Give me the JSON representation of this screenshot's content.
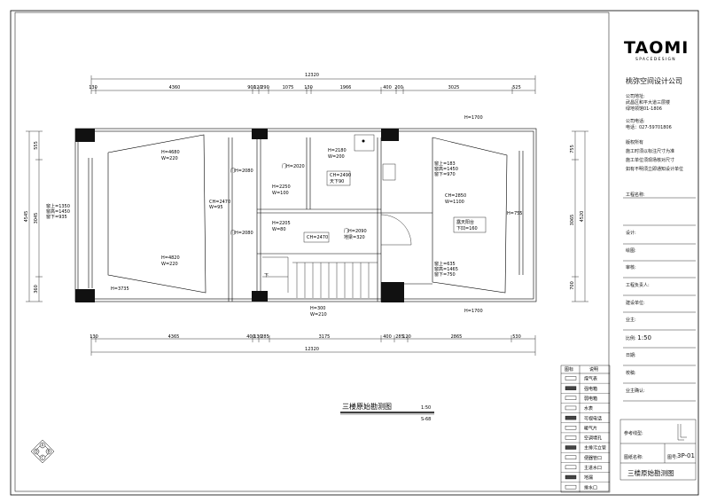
{
  "logo": {
    "brand": "TAOMI",
    "sub": "SPACEDESIGN"
  },
  "company": {
    "name": "桃弥空间设计公司",
    "address_label": "公司地址:",
    "address_lines": [
      "武昌区和平大道三层楼",
      "绿地领馆01-1806"
    ],
    "phone_label": "公司电话:",
    "phone": "电话：027-59701806"
  },
  "copyright": {
    "title": "版权所有",
    "lines": [
      "施工时须以标注尺寸为准",
      "施工单位须现场核对尺寸",
      "如有不明须立即通知设计单位"
    ]
  },
  "fields": [
    "工程名称:",
    "设计:",
    "绘图:",
    "审核:",
    "工程负责人:",
    "建设单位:",
    "业主:",
    "比例:",
    "日期:",
    "校稿:",
    "业主确认:"
  ],
  "scale_value": "1:50",
  "ref_label": "参考线型:",
  "drawing_name_label": "图纸名称:",
  "drawing_no_label": "图号:",
  "drawing_no": "3P-01",
  "drawing_title": "三楼原始勘测图",
  "plan_title": {
    "name": "三楼原始勘测图",
    "scale": "1:50",
    "sheet": "S-68"
  },
  "legend": {
    "header": [
      "图标",
      "说明"
    ],
    "items": [
      "煤气表",
      "强电箱",
      "弱电箱",
      "水表",
      "可视电话",
      "暖气片",
      "空调墙孔",
      "主排污立管",
      "便器管口",
      "主进水口",
      "地漏",
      "排水口"
    ]
  },
  "dims_top": {
    "total": "12320",
    "segments": [
      "130",
      "4360",
      "900",
      "120",
      "290",
      "1075",
      "130",
      "1966",
      "400",
      "200",
      "3025",
      "525"
    ]
  },
  "dims_bottom": {
    "total": "12320",
    "segments": [
      "130",
      "4365",
      "400",
      "130",
      "285",
      "3175",
      "400",
      "285",
      "120",
      "2865",
      "530"
    ]
  },
  "dims_left": {
    "total": "4545",
    "segments": [
      "555",
      "3045",
      "360"
    ]
  },
  "dims_right": {
    "total": "4520",
    "segments": [
      "755",
      "3065",
      "700"
    ]
  },
  "annotations": {
    "h1700_top": "H=1700",
    "h1700_bot": "H=1700",
    "left_win": [
      "窗上=1350",
      "窗高=1450",
      "窗下=935"
    ],
    "h3735": "H=3735",
    "h4680": [
      "H=4680",
      "W=220"
    ],
    "h4820": [
      "H=4820",
      "W=220"
    ],
    "ch2470_l": [
      "CH=2470",
      "W=95"
    ],
    "door2080a": "门H=2080",
    "door2080b": "门H=2080",
    "h2250": [
      "H=2250",
      "W=100"
    ],
    "h2205": [
      "H=2205",
      "W=80"
    ],
    "door2020": "门H=2020",
    "h2180": [
      "H=2180",
      "W=200"
    ],
    "ch2490": [
      "CH=2490",
      "天下90"
    ],
    "ch2470_m": "CH=2470",
    "door2090": [
      "门H=2090",
      "地梁=320"
    ],
    "h300": [
      "H=300",
      "W=210"
    ],
    "down": "下",
    "right_win1": [
      "窗上=183",
      "窗高=1450",
      "窗下=970"
    ],
    "ch2850": [
      "CH=2850",
      "W=1100"
    ],
    "balcony": [
      "露天阳台",
      "下凹=160"
    ],
    "right_win2": [
      "窗上=635",
      "窗高=1465",
      "窗下=750"
    ],
    "h755": "H=755"
  }
}
